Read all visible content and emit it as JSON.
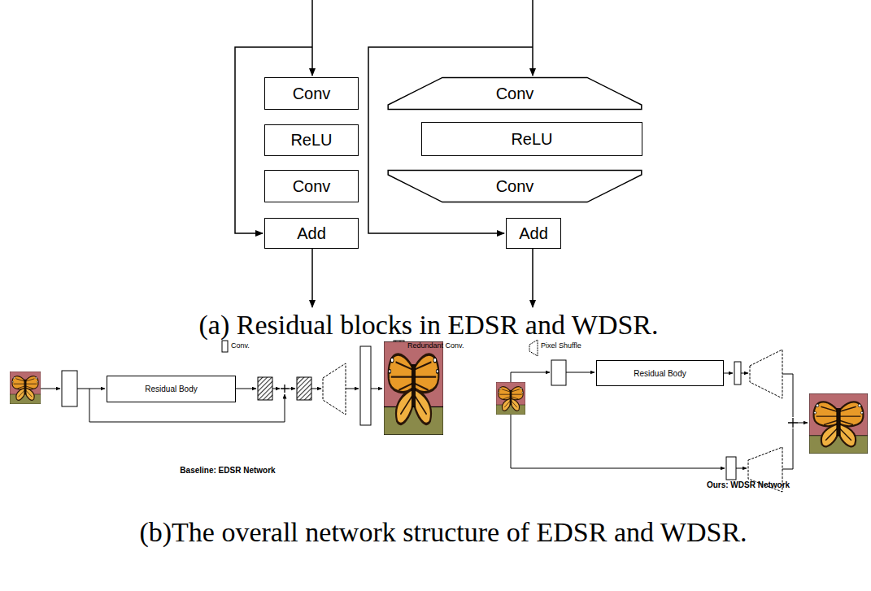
{
  "diagram": {
    "nodes": [
      {
        "text": [
          "Conv"
        ]
      },
      {
        "text": [
          "ReLU"
        ]
      },
      {
        "text": [
          "Conv"
        ]
      },
      {
        "text": [
          "Add"
        ]
      },
      {
        "text": [
          "Conv"
        ]
      },
      {
        "text": [
          "ReLU"
        ]
      },
      {
        "text": [
          "Conv"
        ]
      },
      {
        "text": [
          "Add"
        ]
      },
      {
        "text": [
          "Residual Body"
        ]
      },
      {
        "text": [
          "Residual Body"
        ]
      }
    ],
    "labels": [
      "(a) Residual blocks in EDSR and WDSR.",
      "Baseline: EDSR Network",
      "Ours: WDSR Network",
      "(b)The overall network structure of EDSR and WDSR."
    ],
    "legend": [
      {
        "text": "Conv."
      },
      {
        "text": "Redundant Conv."
      },
      {
        "text": "Pixel Shuffle"
      }
    ]
  }
}
